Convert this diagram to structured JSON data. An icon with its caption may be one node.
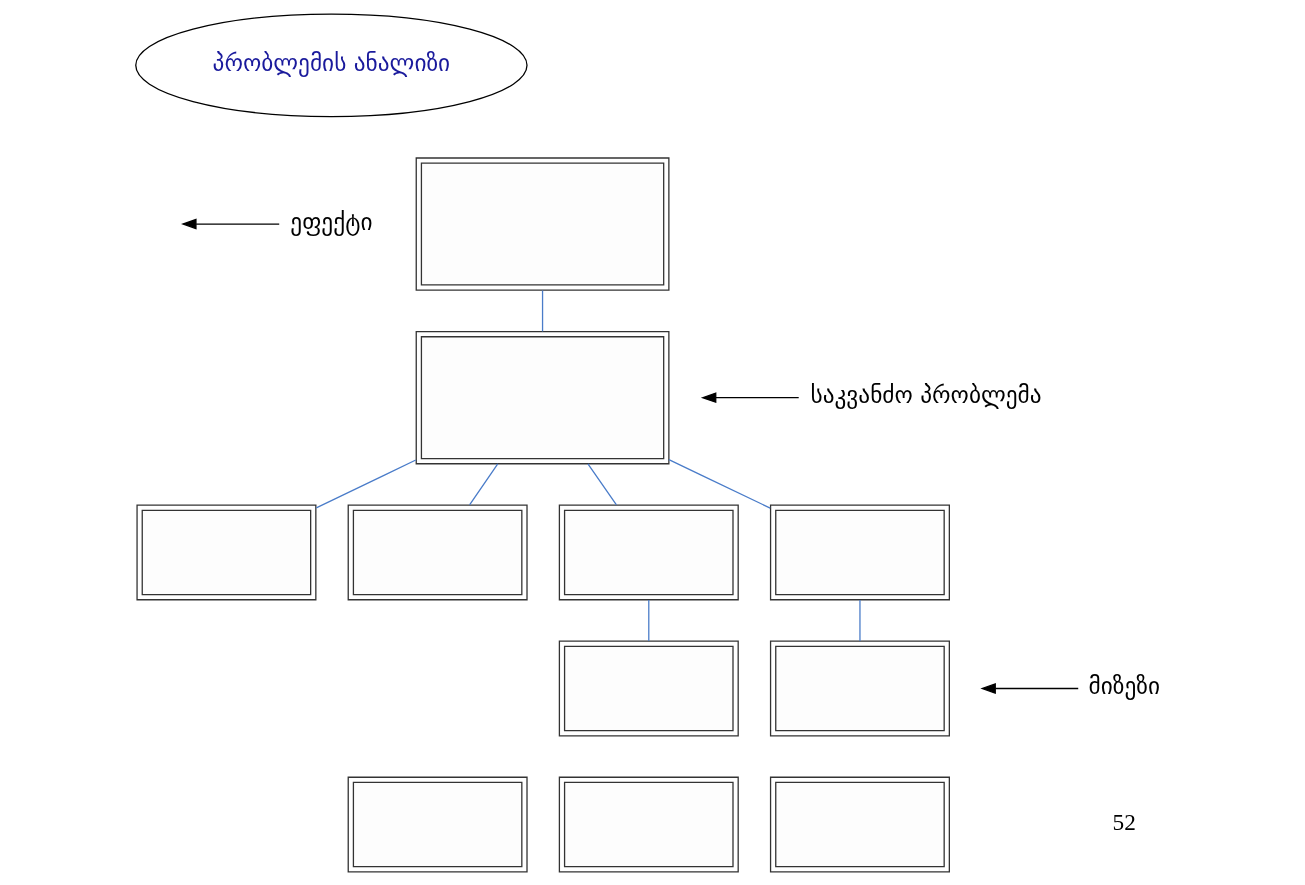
{
  "diagram": {
    "nodes": [
      {
        "text": [
          "პრობლემის ანალიზი"
        ]
      },
      {
        "text": [],
        "shape": "box"
      },
      {
        "text": [],
        "shape": "box"
      },
      {
        "text": [],
        "shape": "box"
      },
      {
        "text": [],
        "shape": "box"
      },
      {
        "text": [],
        "shape": "box"
      },
      {
        "text": [],
        "shape": "box"
      },
      {
        "text": [],
        "shape": "box"
      },
      {
        "text": [],
        "shape": "box"
      },
      {
        "text": [],
        "shape": "box"
      },
      {
        "text": [],
        "shape": "box"
      },
      {
        "text": [],
        "shape": "box"
      },
      {
        "text": [
          "ეფექტი"
        ]
      },
      {
        "text": [
          "საკვანძო პრობლემა"
        ]
      },
      {
        "text": [
          "მიზეზი"
        ]
      }
    ],
    "edges": [
      {
        "from": 1,
        "to": 2,
        "arrow": "none"
      },
      {
        "from": 2,
        "to": 3,
        "arrow": "none"
      },
      {
        "from": 2,
        "to": 4,
        "arrow": "none"
      },
      {
        "from": 2,
        "to": 5,
        "arrow": "none"
      },
      {
        "from": 2,
        "to": 6,
        "arrow": "none"
      },
      {
        "from": 5,
        "to": 7,
        "arrow": "none"
      },
      {
        "from": 6,
        "to": 8,
        "arrow": "none"
      },
      {
        "from": 12,
        "to": null,
        "arrow": "to",
        "color": "#000000"
      },
      {
        "from": 13,
        "to": null,
        "arrow": "to",
        "color": "#000000"
      },
      {
        "from": 14,
        "to": null,
        "arrow": "to",
        "color": "#000000"
      }
    ],
    "labels": [
      "52"
    ]
  }
}
